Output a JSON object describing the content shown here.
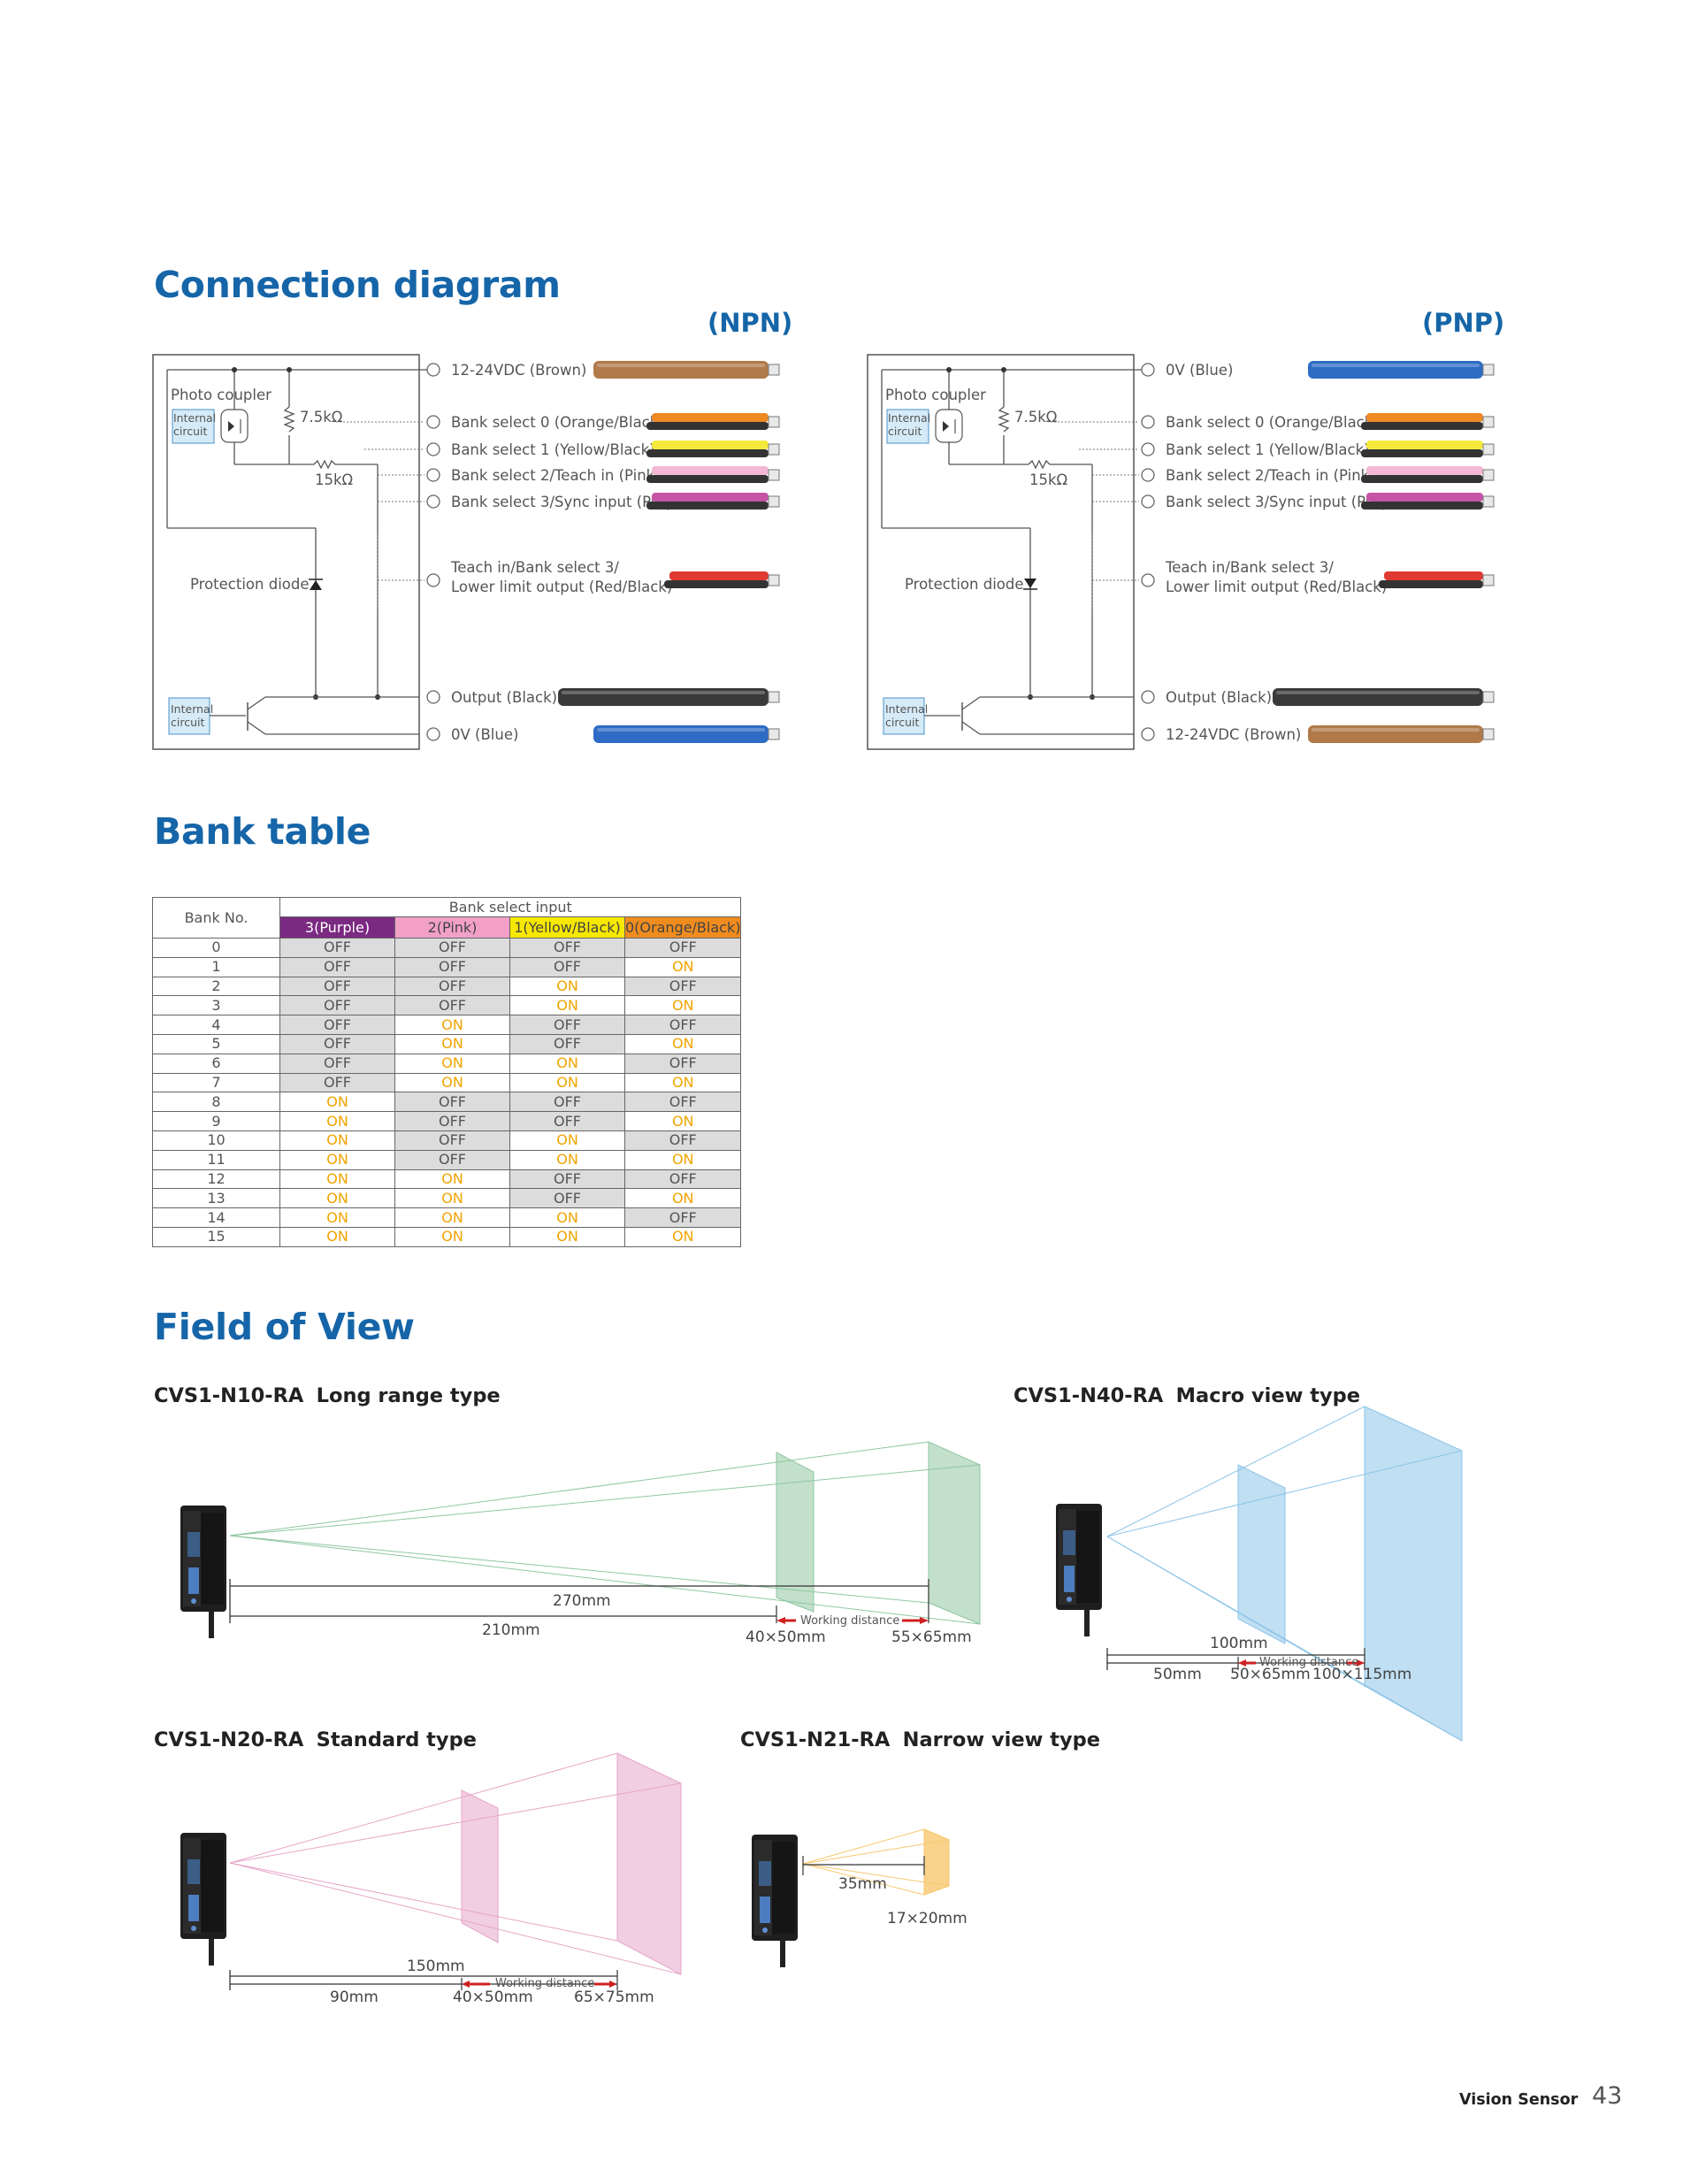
{
  "sections": {
    "connection": "Connection diagram",
    "bank": "Bank table",
    "fov": "Field of View"
  },
  "npn": {
    "label": "(NPN)",
    "photo_coupler": "Photo coupler",
    "internal": "Internal",
    "circuit": "circuit",
    "r1": "7.5kΩ",
    "r2": "15kΩ",
    "diode": "Protection diode",
    "wires": [
      {
        "text": "12-24VDC (Brown)",
        "color": "#b07a4a"
      },
      {
        "text": "Bank select 0 (Orange/Black)",
        "color": "#ee8a24"
      },
      {
        "text": "Bank select 1 (Yellow/Black)",
        "color": "#f5ea3c"
      },
      {
        "text": "Bank select 2/Teach in (Pink)",
        "color": "#f4b8d4"
      },
      {
        "text": "Bank select 3/Sync input  (Purple)",
        "color": "#c653a6"
      },
      {
        "text": "Teach in/Bank select 3/",
        "text2": "Lower limit output (Red/Black)",
        "color": "#e03a32"
      },
      {
        "text": "Output (Black)",
        "color": "#3a3a3a"
      },
      {
        "text": "0V  (Blue)",
        "color": "#2e6bc4"
      }
    ]
  },
  "pnp": {
    "label": "(PNP)",
    "photo_coupler": "Photo coupler",
    "internal": "Internal",
    "circuit": "circuit",
    "r1": "7.5kΩ",
    "r2": "15kΩ",
    "diode": "Protection diode",
    "wires": [
      {
        "text": "0V  (Blue)",
        "color": "#2e6bc4"
      },
      {
        "text": "Bank select 0 (Orange/Black)",
        "color": "#ee8a24"
      },
      {
        "text": "Bank select 1 (Yellow/Black)",
        "color": "#f5ea3c"
      },
      {
        "text": "Bank select 2/Teach in (Pink)",
        "color": "#f4b8d4"
      },
      {
        "text": "Bank select 3/Sync input  (Purple)",
        "color": "#c653a6"
      },
      {
        "text": "Teach in/Bank select 3/",
        "text2": "Lower limit output (Red/Black)",
        "color": "#e03a32"
      },
      {
        "text": "Output (Black)",
        "color": "#3a3a3a"
      },
      {
        "text": "12-24VDC (Brown)",
        "color": "#b07a4a"
      }
    ]
  },
  "bank_table": {
    "bank_no": "Bank No.",
    "group": "Bank select input",
    "columns": [
      {
        "label": "3(Purple)",
        "bg": "#7b2a82",
        "fg": "#ffffff"
      },
      {
        "label": "2(Pink)",
        "bg": "#f2a0c8",
        "fg": "#444444"
      },
      {
        "label": "1(Yellow/Black)",
        "bg": "#f7e800",
        "fg": "#444444"
      },
      {
        "label": "0(Orange/Black)",
        "bg": "#f08c1e",
        "fg": "#444444"
      }
    ],
    "rows": [
      [
        "0",
        "OFF",
        "OFF",
        "OFF",
        "OFF"
      ],
      [
        "1",
        "OFF",
        "OFF",
        "OFF",
        "ON"
      ],
      [
        "2",
        "OFF",
        "OFF",
        "ON",
        "OFF"
      ],
      [
        "3",
        "OFF",
        "OFF",
        "ON",
        "ON"
      ],
      [
        "4",
        "OFF",
        "ON",
        "OFF",
        "OFF"
      ],
      [
        "5",
        "OFF",
        "ON",
        "OFF",
        "ON"
      ],
      [
        "6",
        "OFF",
        "ON",
        "ON",
        "OFF"
      ],
      [
        "7",
        "OFF",
        "ON",
        "ON",
        "ON"
      ],
      [
        "8",
        "ON",
        "OFF",
        "OFF",
        "OFF"
      ],
      [
        "9",
        "ON",
        "OFF",
        "OFF",
        "ON"
      ],
      [
        "10",
        "ON",
        "OFF",
        "ON",
        "OFF"
      ],
      [
        "11",
        "ON",
        "OFF",
        "ON",
        "ON"
      ],
      [
        "12",
        "ON",
        "ON",
        "OFF",
        "OFF"
      ],
      [
        "13",
        "ON",
        "ON",
        "OFF",
        "ON"
      ],
      [
        "14",
        "ON",
        "ON",
        "ON",
        "OFF"
      ],
      [
        "15",
        "ON",
        "ON",
        "ON",
        "ON"
      ]
    ]
  },
  "fov": {
    "n10": {
      "model": "CVS1-N10-RA",
      "type": "Long range type",
      "total": "270mm",
      "near": "210mm",
      "wd": "Working distance",
      "near_size": "40×50mm",
      "far_size": "55×65mm",
      "color": "#8fc7a0"
    },
    "n40": {
      "model": "CVS1-N40-RA",
      "type": "Macro view type",
      "total": "100mm",
      "near": "50mm",
      "wd": "Working distance",
      "near_size": "50×65mm",
      "far_size": "100×115mm",
      "color": "#8cc4e8"
    },
    "n20": {
      "model": "CVS1-N20-RA",
      "type": "Standard type",
      "total": "150mm",
      "near": "90mm",
      "wd": "Working distance",
      "near_size": "40×50mm",
      "far_size": "65×75mm",
      "color": "#e6a6c8"
    },
    "n21": {
      "model": "CVS1-N21-RA",
      "type": "Narrow view type",
      "dist": "35mm",
      "size": "17×20mm",
      "color": "#f7c870"
    }
  },
  "footer": {
    "label": "Vision Sensor",
    "page": "43"
  }
}
